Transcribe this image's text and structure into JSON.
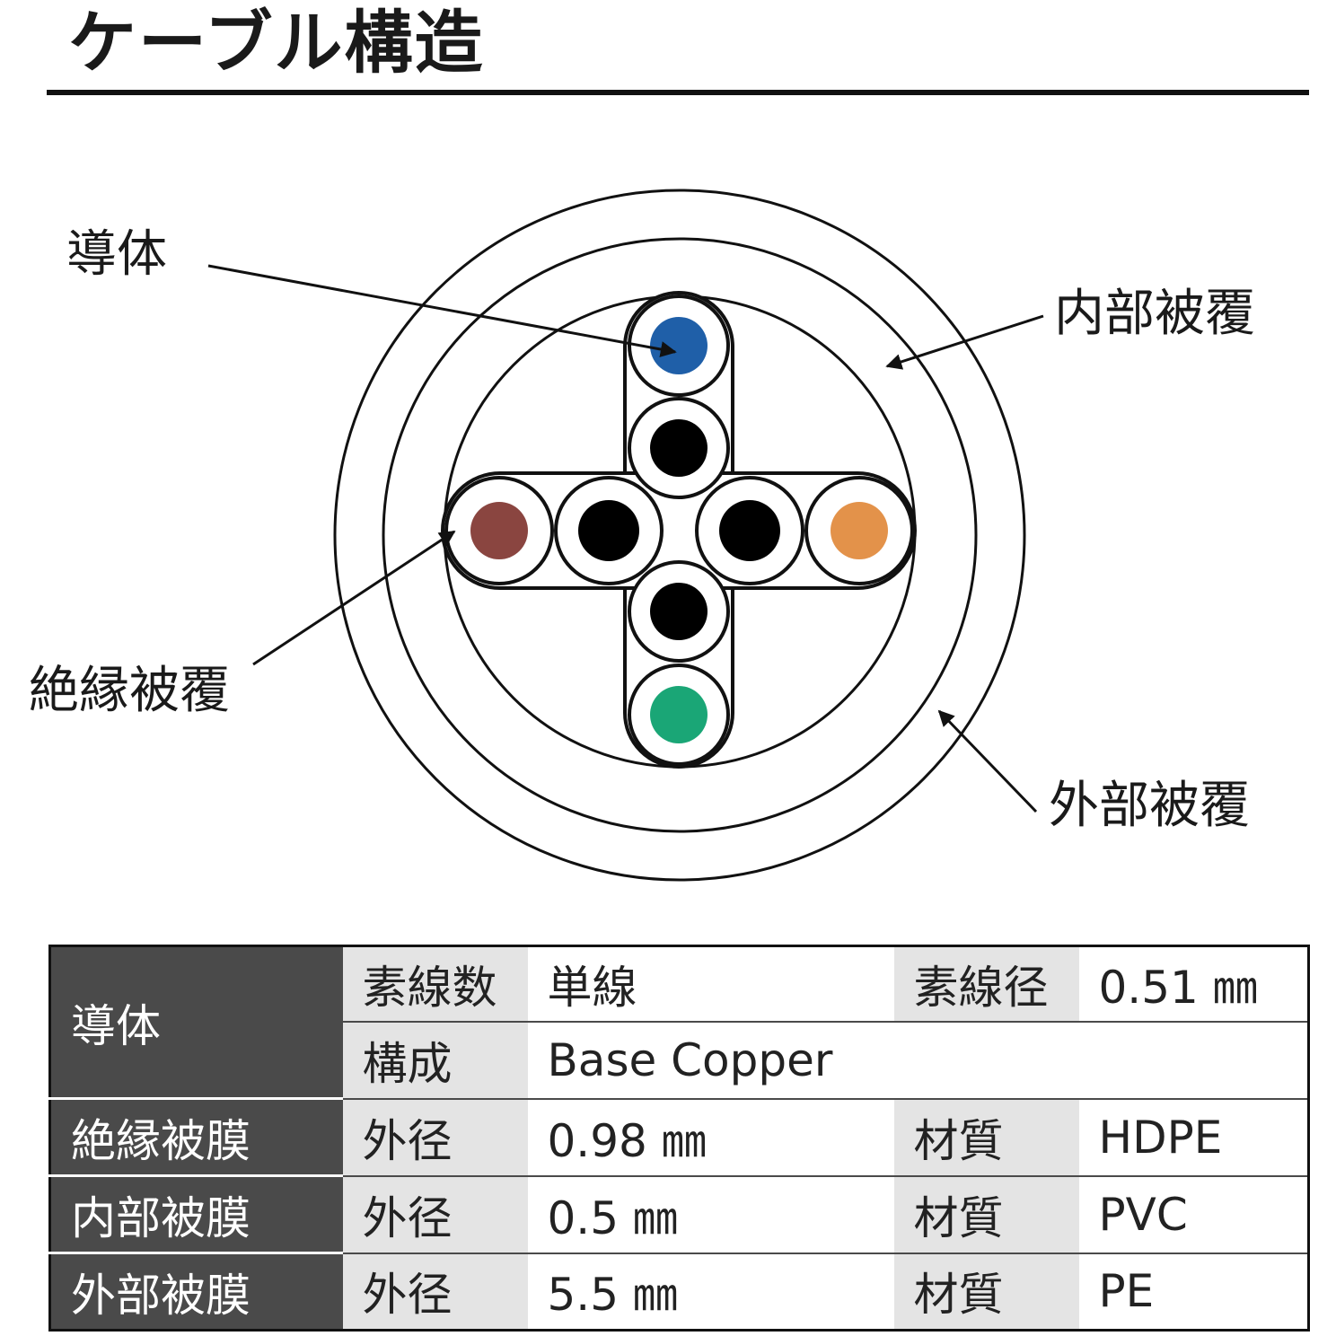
{
  "title": "ケーブル構造",
  "diagram": {
    "labels": {
      "conductor": "導体",
      "inner_sheath": "内部被覆",
      "insulation": "絶縁被覆",
      "outer_sheath": "外部被覆"
    },
    "conductor_colors": {
      "top": "#1f5fa8",
      "left": "#8a4540",
      "right": "#e3924a",
      "bottom": "#1aa676",
      "pair": "#000000"
    }
  },
  "spec": {
    "conductor": {
      "label": "導体",
      "strand_count_label": "素線数",
      "strand_count": "単線",
      "strand_diameter_label": "素線径",
      "strand_diameter": "0.51 ㎜",
      "composition_label": "構成",
      "composition": "Base Copper"
    },
    "insulation": {
      "label": "絶縁被膜",
      "diameter_label": "外径",
      "diameter": "0.98 ㎜",
      "material_label": "材質",
      "material": "HDPE"
    },
    "inner": {
      "label": "内部被膜",
      "diameter_label": "外径",
      "diameter": "0.5 ㎜",
      "material_label": "材質",
      "material": "PVC"
    },
    "outer": {
      "label": "外部被膜",
      "diameter_label": "外径",
      "diameter": "5.5 ㎜",
      "material_label": "材質",
      "material": "PE"
    }
  }
}
